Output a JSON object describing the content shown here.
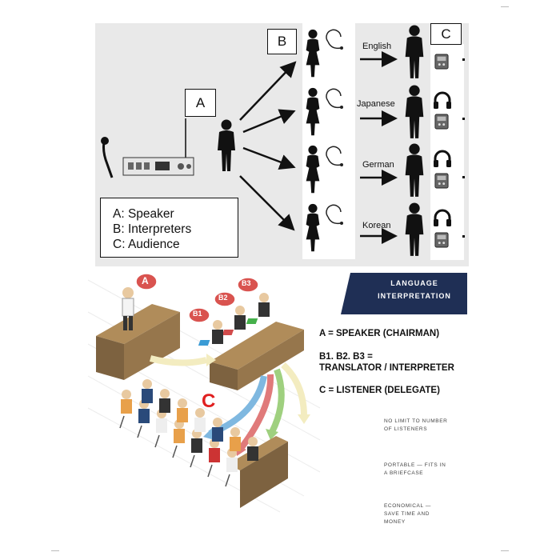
{
  "top": {
    "box_a": "A",
    "box_b": "B",
    "box_c": "C",
    "legend": [
      "A: Speaker",
      "B: Interpreters",
      "C: Audience"
    ],
    "languages": [
      "English",
      "Japanese",
      "German",
      "Korean"
    ]
  },
  "bottom": {
    "title_line1": "LANGUAGE",
    "title_line2": "INTERPRETATION",
    "bubble_a": "A",
    "bubble_b1": "B1",
    "bubble_b2": "B2",
    "bubble_b3": "B3",
    "big_c": "C",
    "def_a": "A   = SPEAKER (CHAIRMAN)",
    "def_b_line1": "B1. B2. B3 =",
    "def_b_line2": "TRANSLATOR / INTERPRETER",
    "def_c": "C  = LISTENER (DELEGATE)",
    "note1_line1": "NO LIMIT TO NUMBER",
    "note1_line2": "OF LISTENERS",
    "note2_line1": "PORTABLE — FITS IN",
    "note2_line2": "A BRIEFCASE",
    "note3_line1": "ECONOMICAL —",
    "note3_line2": "SAVE TIME AND",
    "note3_line3": "MONEY"
  },
  "colors": {
    "panel_bg": "#e9e9e9",
    "band_navy": "#1f2f55",
    "bubble_red": "#d9534f",
    "big_c_red": "#e02020",
    "desk_brown": "#8a6d45"
  }
}
